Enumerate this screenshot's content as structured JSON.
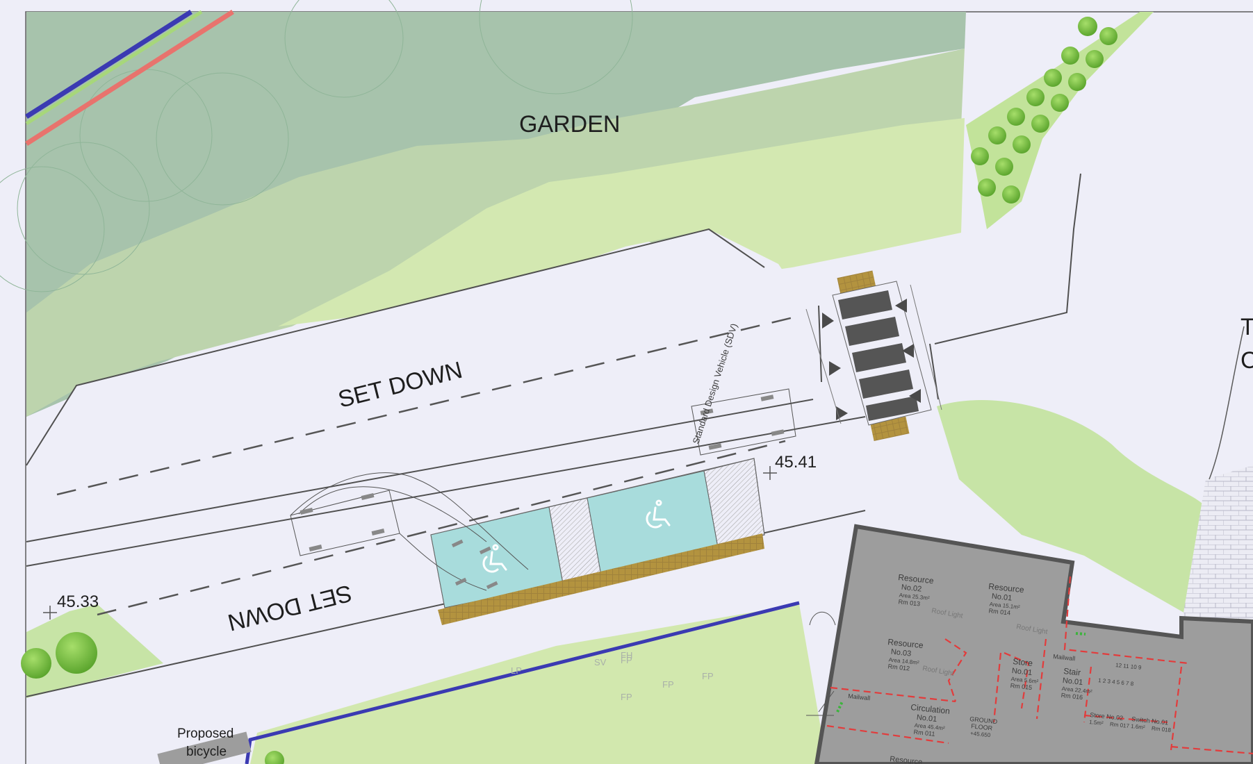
{
  "labels": {
    "garden": "GARDEN",
    "set_down_top": "SET DOWN",
    "set_down_bottom": "SET DOWN",
    "level_1": "45.41",
    "level_2": "45.33",
    "vehicle": "Standard Design Vehicle (SDV)",
    "bicycle_1": "Proposed",
    "bicycle_2": "bicycle",
    "edge_letter_1": "T",
    "edge_letter_2": "C"
  },
  "building": {
    "rooms": [
      {
        "key": "r2",
        "name": "Resource",
        "num": "No.02",
        "area": "Area 25.3m²",
        "rm": "Rm 013"
      },
      {
        "key": "r1",
        "name": "Resource",
        "num": "No.01",
        "area": "Area 15.1m²",
        "rm": "Rm 014"
      },
      {
        "key": "r3",
        "name": "Resource",
        "num": "No.03",
        "area": "Area 14.8m²",
        "rm": "Rm 012"
      },
      {
        "key": "store1",
        "name": "Store",
        "num": "No.01",
        "area": "Area 5.6m²",
        "rm": "Rm 015"
      },
      {
        "key": "stair",
        "name": "Stair",
        "num": "No.01",
        "area": "Area 22.4m²",
        "rm": "Rm 016"
      },
      {
        "key": "circ",
        "name": "Circulation",
        "num": "No.01",
        "area": "Area 45.4m²",
        "rm": "Rm 011"
      },
      {
        "key": "store2",
        "name": "Store No.02",
        "num": "",
        "area": "1.5m²",
        "rm": "Rm 017"
      },
      {
        "key": "switch",
        "name": "Switch No.01",
        "num": "",
        "area": "1.6m²",
        "rm": "Rm 018"
      }
    ],
    "roof_light": "Roof Light",
    "ground_floor_1": "GROUND",
    "ground_floor_2": "FLOOR",
    "ground_floor_level": "+45.650",
    "mailwall_1": "Mailwall",
    "mailwall_2": "Mailwall",
    "resource_partial": "Resource",
    "stair_numbers_1": "12 11 10 9",
    "stair_numbers_2": "1 2 3 4 5 6 7 8"
  },
  "survey_marks": [
    "LP",
    "SV",
    "FH",
    "FP",
    "FP",
    "FP",
    "FP"
  ],
  "colors": {
    "paper": "#eeeef8",
    "garden_dark": "#9fbcaa",
    "garden_band": "#b5ccac",
    "lawn": "#d2e8ae",
    "lawn_bright": "#c6e59c",
    "tree": "#7cc742",
    "boundary_blue": "#3b3ab2",
    "boundary_red": "#e8736d",
    "accessible_bay": "#a8dcdc",
    "tactile_paving": "#a0823c",
    "building_fill": "#9d9d9d",
    "building_wall": "#555555",
    "hidden_line": "#e23c3c"
  }
}
